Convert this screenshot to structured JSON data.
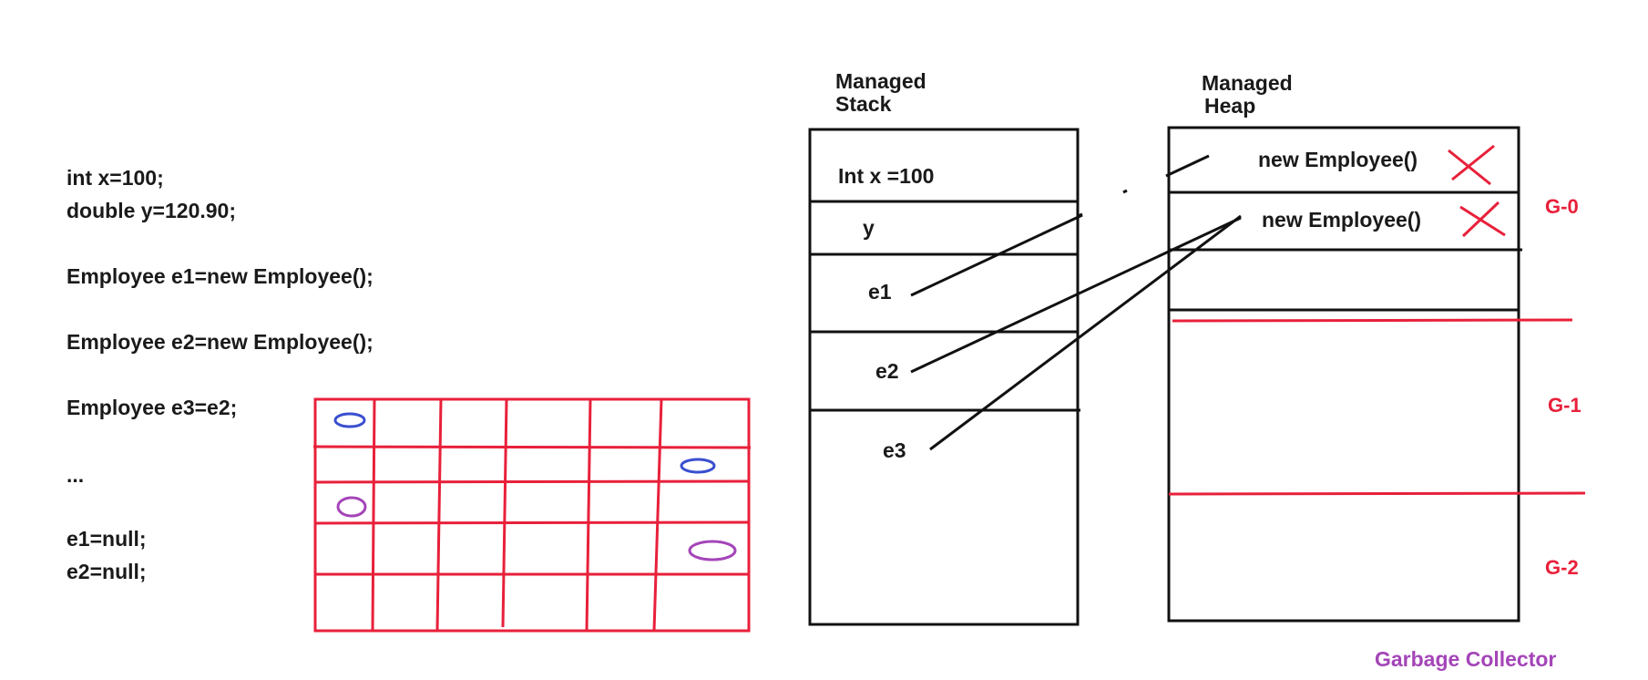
{
  "code": {
    "lines": [
      "int x=100;",
      "double y=120.90;",
      "Employee e1=new Employee();",
      "Employee e2=new Employee();",
      "Employee e3=e2;",
      "...",
      "e1=null;",
      "e2=null;"
    ]
  },
  "stack": {
    "title_line1": "Managed",
    "title_line2": "Stack",
    "slots": [
      "Int x =100",
      "y",
      "e1",
      "e2",
      "e3"
    ]
  },
  "heap": {
    "title_line1": "Managed",
    "title_line2": "Heap",
    "objects": [
      "new Employee()",
      "new Employee()"
    ]
  },
  "generations": [
    "G-0",
    "G-1",
    "G-2"
  ],
  "garbage_collector": "Garbage Collector",
  "colors": {
    "ink": "#111111",
    "red": "#e8203a",
    "blue": "#3a4fd0",
    "purple": "#a445b8"
  }
}
